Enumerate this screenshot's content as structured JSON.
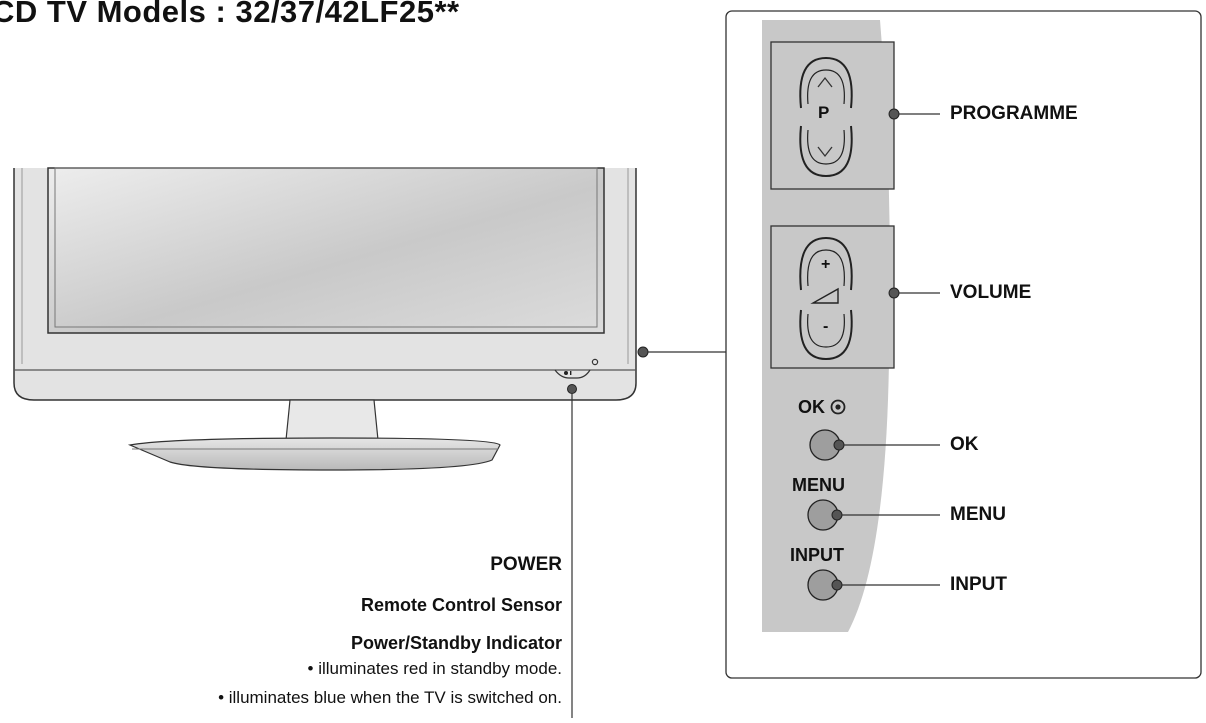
{
  "title": "CD TV Models : 32/37/42LF25**",
  "panel": {
    "programme_symbol": "P",
    "volume_plus": "+",
    "volume_minus": "-",
    "ok_label": "OK",
    "menu_label": "MENU",
    "input_label": "INPUT"
  },
  "callouts": {
    "programme": "PROGRAMME",
    "volume": "VOLUME",
    "ok": "OK",
    "menu": "MENU",
    "input": "INPUT"
  },
  "front": {
    "power": "POWER",
    "sensor": "Remote Control Sensor",
    "indicator": "Power/Standby Indicator",
    "note_red": "• illuminates red in standby mode.",
    "note_blue": "• illuminates blue when the TV is switched on."
  },
  "icons": [
    "chevron-up-icon",
    "chevron-down-icon",
    "volume-ramp-icon",
    "ok-target-icon",
    "power-standby-icon",
    "sensor-icon"
  ]
}
